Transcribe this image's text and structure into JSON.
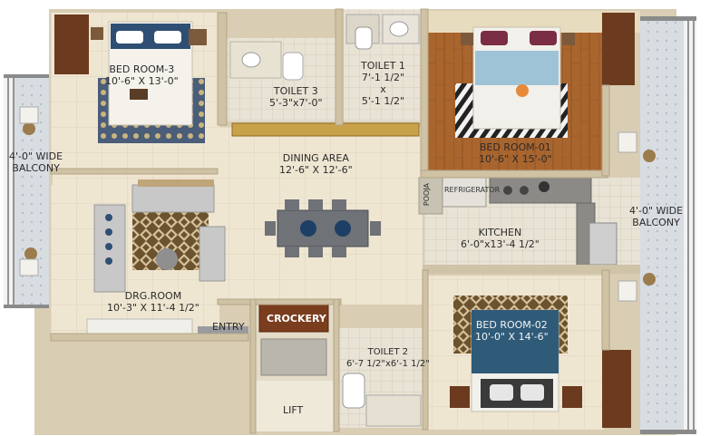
{
  "rooms": {
    "bed_room_3": {
      "name": "BED ROOM-3",
      "dims": "10'-6\" X 13'-0\""
    },
    "toilet_3": {
      "name": "TOILET 3",
      "dims": "5'-3\"x7'-0\""
    },
    "toilet_1": {
      "name": "TOILET 1",
      "dims_1": "7'-1 1/2\"",
      "x": "x",
      "dims_2": "5'-1 1/2\""
    },
    "bed_room_01": {
      "name": "BED ROOM-01",
      "dims": "10'-6\" X 15'-0\""
    },
    "balcony_left": {
      "name_1": "4'-0\" WIDE",
      "name_2": "BALCONY"
    },
    "dining_area": {
      "name": "DINING AREA",
      "dims": "12'-6\" X 12'-6\""
    },
    "pooja": {
      "name": "POOJA"
    },
    "refrigerator": {
      "name": "REFRIGERATOR"
    },
    "kitchen": {
      "name": "KITCHEN",
      "dims": "6'-0\"x13'-4 1/2\""
    },
    "balcony_right": {
      "name_1": "4'-0\" WIDE",
      "name_2": "BALCONY"
    },
    "drg_room": {
      "name": "DRG.ROOM",
      "dims": "10'-3\" X 11'-4 1/2\""
    },
    "entry": {
      "name": "ENTRY"
    },
    "crockery": {
      "name": "CROCKERY"
    },
    "toilet_2": {
      "name": "TOILET 2",
      "dims": "6'-7 1/2\"x6'-1 1/2\""
    },
    "bed_room_02": {
      "name": "BED ROOM-02",
      "dims": "10'-0\" X 14'-6\""
    },
    "lift": {
      "name": "LIFT"
    }
  },
  "colors": {
    "wall": "#d9cdb4",
    "wall_shadow": "#b8a888",
    "floor_tile": "#efe6d2",
    "wood_floor": "#a9652e",
    "balcony_rail": "#5a5a5a",
    "bed_blue": "#2e4f73",
    "accent_dark": "#5c2e1f"
  }
}
